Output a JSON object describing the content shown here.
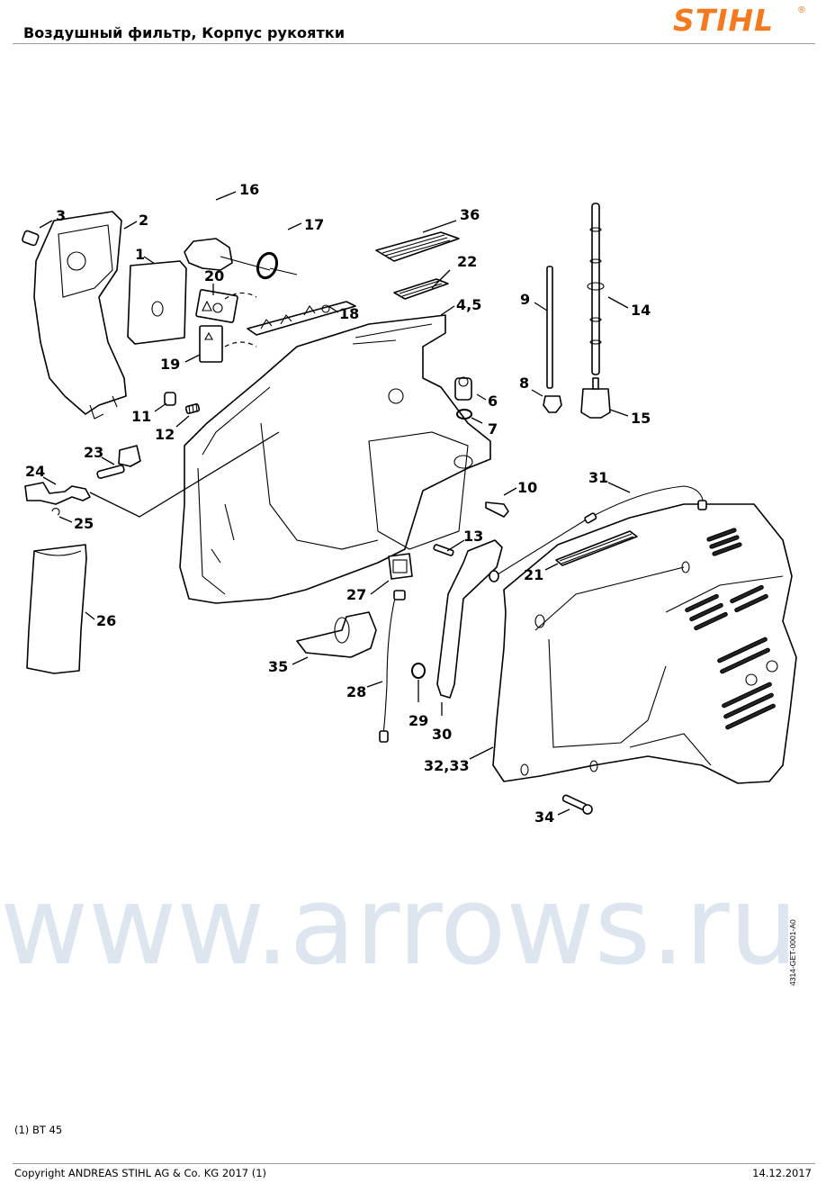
{
  "header": {
    "title": "Воздушный фильтр, Корпус рукоятки",
    "brand": "STIHL",
    "brand_reg": "®",
    "brand_color": "#f37a1f"
  },
  "watermark": {
    "text": "www.arrows.ru",
    "color": "#dde6ee"
  },
  "diagram": {
    "drawing_code": "4314-GET-0001-A0",
    "callouts": {
      "c1": "1",
      "c2": "2",
      "c3": "3",
      "c45": "4,5",
      "c6": "6",
      "c7": "7",
      "c8": "8",
      "c9": "9",
      "c10": "10",
      "c11": "11",
      "c12": "12",
      "c13": "13",
      "c14": "14",
      "c15": "15",
      "c16": "16",
      "c17": "17",
      "c18": "18",
      "c19": "19",
      "c20": "20",
      "c21": "21",
      "c22": "22",
      "c23": "23",
      "c24": "24",
      "c25": "25",
      "c26": "26",
      "c27": "27",
      "c28": "28",
      "c29": "29",
      "c30": "30",
      "c31": "31",
      "c3233": "32,33",
      "c34": "34",
      "c35": "35",
      "c36": "36"
    }
  },
  "footer": {
    "footnote": "(1) BT 45",
    "copyright": "Copyright ANDREAS STIHL AG & Co. KG 2017 (1)",
    "date": "14.12.2017"
  }
}
